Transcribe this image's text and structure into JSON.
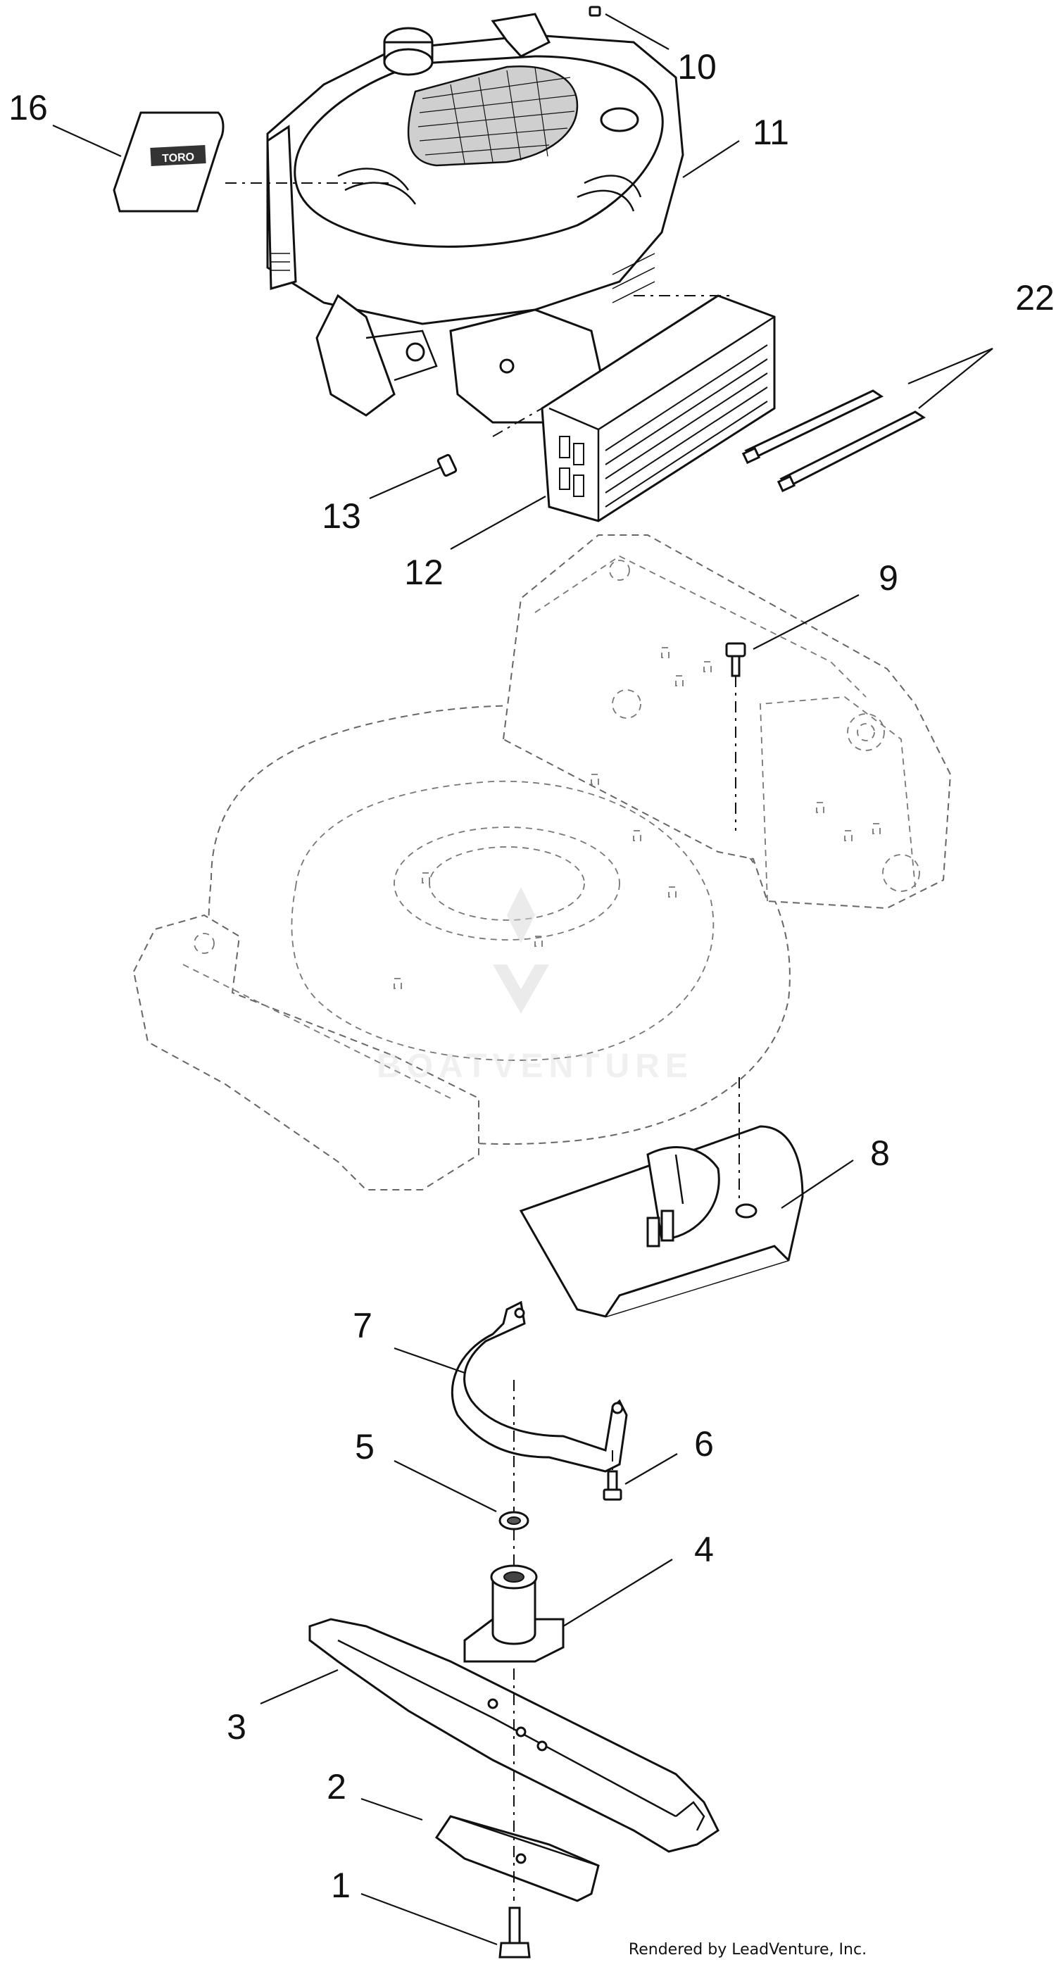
{
  "callouts": [
    {
      "id": "1",
      "label": "1"
    },
    {
      "id": "2",
      "label": "2"
    },
    {
      "id": "3",
      "label": "3"
    },
    {
      "id": "4",
      "label": "4"
    },
    {
      "id": "5",
      "label": "5"
    },
    {
      "id": "6",
      "label": "6"
    },
    {
      "id": "7",
      "label": "7"
    },
    {
      "id": "8",
      "label": "8"
    },
    {
      "id": "9",
      "label": "9"
    },
    {
      "id": "10",
      "label": "10"
    },
    {
      "id": "11",
      "label": "11"
    },
    {
      "id": "12",
      "label": "12"
    },
    {
      "id": "13",
      "label": "13"
    },
    {
      "id": "16",
      "label": "16"
    },
    {
      "id": "22",
      "label": "22"
    }
  ],
  "footer": {
    "credit": "Rendered by LeadVenture, Inc."
  },
  "watermark": {
    "text": "BOATVENTURE"
  },
  "decal_text": "TORO"
}
